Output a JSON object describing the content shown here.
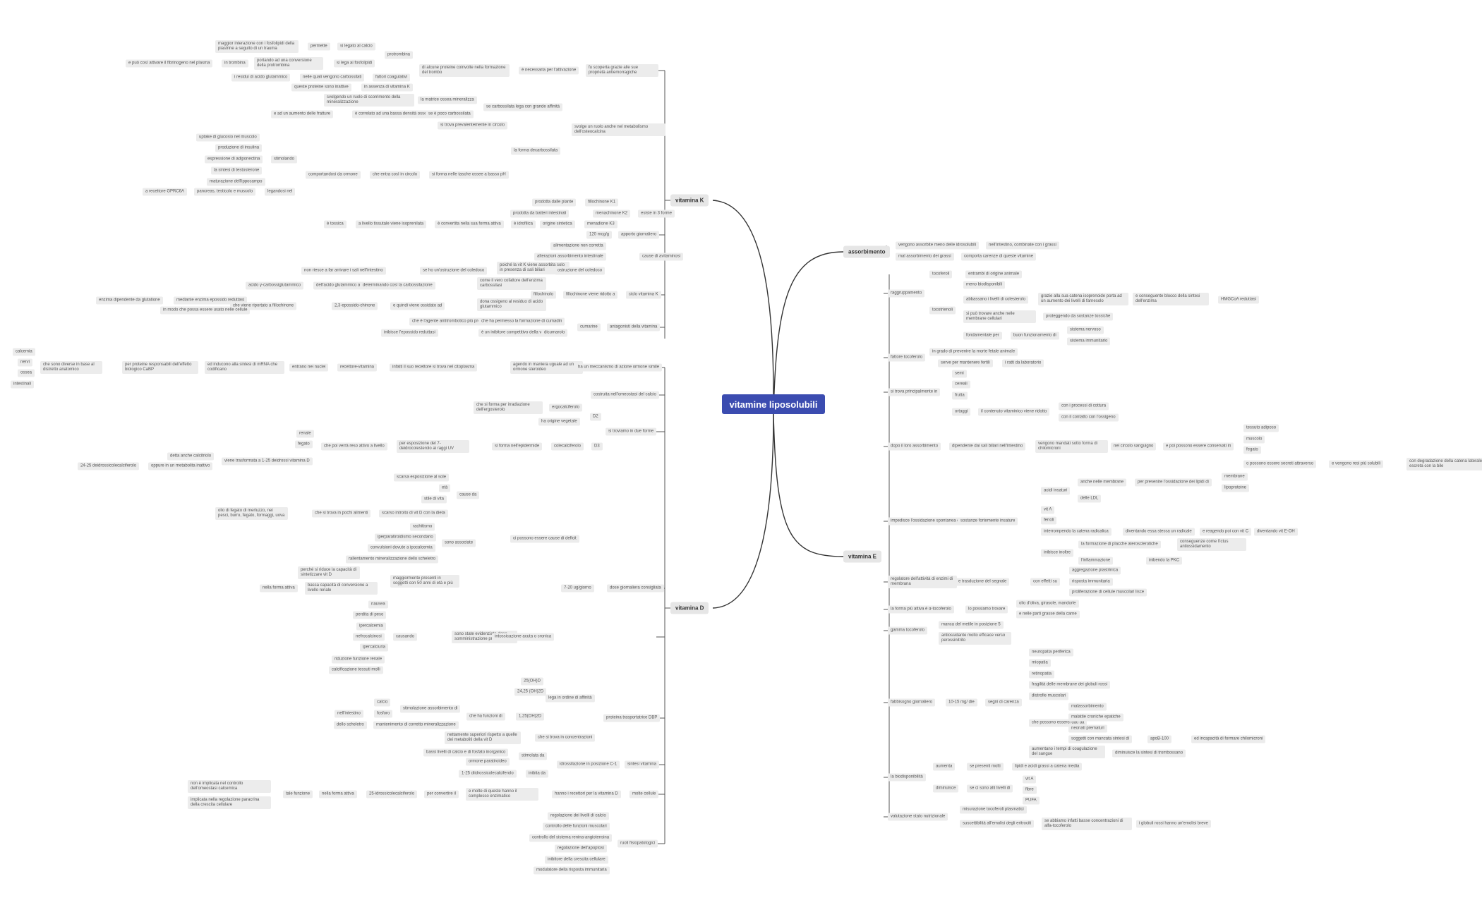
{
  "root": "vitamine liposolubili",
  "branches": {
    "vk": "vitamina K",
    "vd": "vitamina D",
    "ass": "assorbimento",
    "ve": "vitamina E"
  },
  "texts": {
    "a1": "maggior interazione con i fosfolipidi della piastrine a seguito di un trauma",
    "a2": "permette",
    "a3": "si legato al calcio",
    "a4": "protrombina",
    "a5": "e può così attivare il fibrinogeno nel plasma",
    "a6": "in trombina",
    "a7": "portando ad una conversione della protrombina",
    "a8": "si lega ai fosfolipidi",
    "a9": "i residui di acido glutammico",
    "a10": "nelle quali vengono carbossilati",
    "a11": "fattori coagulativi",
    "a12": "di alcune proteine coinvolte nella formazione del trombo",
    "a13": "è necessaria per l'attivazione",
    "a14": "fu scoperta grazie alle sue proprietà antiemorragiche",
    "a15": "queste proteine sono inattive",
    "a16": "in assenza di vitamina K",
    "b1": "svolgendo un ruolo di scorrimento della mineralizzazione",
    "b2": "la matrice ossea mineralizza",
    "b3": "se carbossilata lega con grande affinità",
    "b4": "e ad un aumento delle fratture",
    "b5": "è correlato ad una bassa densità ossea",
    "b6": "se è poco carbossilata",
    "b7": "si trova prevalentemente in circolo",
    "b8": "svolge un ruolo anche nel metabolismo dell'osteocalcina",
    "b9": "uptake di glucosio nel muscolo",
    "b10": "produzione di insulina",
    "b11": "espressione di adiponectina",
    "b12": "la sintesi di testosterone",
    "b13": "maturazione dell'ippocampo",
    "b14": "stimolando",
    "b15": "comportandosi da ormone",
    "b16": "che entra così in circolo",
    "b17": "si forma nelle tasche ossee a basso pH",
    "b18": "la forma decarbossilata",
    "b19": "a recettore GPRC6A",
    "b20": "pancreas, testicolo e muscolo",
    "b21": "legandosi nel",
    "c1": "prodotta dalle piante",
    "c2": "fillochinone K1",
    "c3": "prodotta da batteri intestinali",
    "c4": "menachinone K2",
    "c5": "esiste in 3 forme",
    "c6": "è tossica",
    "c7": "a livello tissutale viene isoprenilata",
    "c8": "è convertita nella sua forma attiva",
    "c9": "è idrofilica",
    "c10": "origine sintetica",
    "c11": "menadione K3",
    "c12": "120 mcg/g",
    "c13": "apporto giornaliero",
    "d1": "alimentazione non corretta",
    "d2": "alterazioni assorbimento intestinale",
    "d3": "cause di avitaminosi",
    "d4": "non riesce a far arrivare i sali nell'intestino",
    "d5": "se ho un'ostruzione del coledoco",
    "d6": "poiché la vit K viene assorbita solo in presenza di sali biliari",
    "d7": "ostruzione del coledoco",
    "e1": "acido γ-carbossiglutammico",
    "e2": "dell'acido glutammico a",
    "e3": "determinando così la carbossilazione",
    "e4": "come il vero cofattore dell'enzima carbossilasi",
    "e5": "fillochinolo",
    "e6": "fillochinone viene ridotto a",
    "e7": "ciclo vitamina K",
    "e8": "enzima dipendente da glutatione",
    "e9": "mediante enzima epossido reduttasi",
    "e10": "che viene riportato a fillochinone",
    "e11": "2,3-epossido-chinone",
    "e12": "e quindi viene ossidato ad",
    "e13": "dona ossigeno al residuo di acido glutammico",
    "e14": "in modo che possa essere usato nelle cellule",
    "f1": "che è l'agente antitrombotico più prescritto",
    "f2": "che ha permesso la formazione di cumadin",
    "f3": "cumarine",
    "f4": "antagonisti della vitamina",
    "f5": "inibisce l'epossido reduttasi",
    "f6": "è un inibitore competitivo della vitamina K",
    "f7": "dicumarolo",
    "g1": "calcemia",
    "g2": "nervi",
    "g3": "ossea",
    "g4": "intestinali",
    "g5": "che sono diverse in base al distretto anatomico",
    "g6": "per proteine responsabili dell'effetto biologico CaBP",
    "g7": "ed inducono alla sintesi di mRNA che codificano",
    "g8": "entrano nei nuclei",
    "g9": "recettore-vitamina",
    "g10": "infatti il suo recettore si trova nel citoplasma",
    "g11": "agendo in maniera uguale ad un ormone steroideo",
    "g12": "ha un meccanismo di azione ormone simile",
    "h1": "costruita nell'omeostasi del calcio",
    "h2": "che si forma per irradiazione dell'ergosterolo",
    "h3": "ergocalciferolo",
    "h4": "D2",
    "h5": "ha origine vegetale",
    "h6": "si troviamo in due forme",
    "h7": "renale",
    "h8": "fegato",
    "h9": "che poi verrà reso attivo a livello",
    "h10": "per esposizione del 7-deidrocolesterolo ai raggi UV",
    "h11": "si forma nell'epidermide",
    "h12": "colecalciferolo",
    "h13": "D3",
    "h14": "detta anche calcitriolo",
    "h15": "viene trasformata a 1-25 deidrossi vitamina D",
    "h16": "24-25 deidrossicolecalciferolo",
    "h17": "oppure in un metabolita inattivo",
    "i1": "scarsa esposizione al sole",
    "i2": "età",
    "i3": "stile di vita",
    "i4": "cause da",
    "i5": "olio di fegato di merluzzo, nei pesci, burro, fegato, formaggi, uova",
    "i6": "che si trova in pochi alimenti",
    "i7": "scarso introito di vit D con la dieta",
    "i8": "rachitismo",
    "i9": "iperparatiroidismo secondario",
    "i10": "convulsioni dovute a ipocalcemia",
    "i11": "rallentamento mineralizzazione dello scheletro",
    "i12": "sono associate",
    "i13": "ci possono essere cause di deficit",
    "i14": "perché si riduce la capacità di sintetizzare vit D",
    "i15": "nella forma attiva",
    "i16": "bassa capacità di conversione a livello renale",
    "i17": "maggiormente presenti in soggetti con 50 anni di età e più",
    "i18": "7-20 ug/giorno",
    "i19": "dose giornaliera consigliata",
    "j1": "nausea",
    "j2": "perdita di peso",
    "j3": "ipercalcemia",
    "j4": "nefrocalcinosi",
    "j5": "ipercalciuria",
    "j6": "riduzione funzione renale",
    "j7": "calcificazione tessuti molli",
    "j8": "causando",
    "j9": "sono state evidenziate dopo somministrazione prolungata",
    "j10": "intossicazione acuta o cronica",
    "k1": "25(OH)D",
    "k2": "24,25 (OH)2D",
    "k3": "lega in ordine di affinità",
    "k4": "1,25(OH)2D",
    "k5": "proteina trasportatrice DBP",
    "k6": "calcio",
    "k7": "stimolazione assorbimento di",
    "k8": "nell'intestino",
    "k9": "fosforo",
    "k10": "che ha funzioni di",
    "k11": "dello scheletro",
    "k12": "mantenimento di corretto mineralizzazione",
    "k13": "nettamente superiori rispetto a quelle dei metaboliti della vit D",
    "k14": "che si trova in concentrazioni",
    "l1": "bassi livelli di calcio e di fosfato inorganico",
    "l2": "stimolata da",
    "l3": "ormone paratiroideo",
    "l4": "idrossilazione in posizione C-1",
    "l5": "sintesi vitamina",
    "l6": "1-25 diidrossicolecalciferolo",
    "l7": "inibita da",
    "m1": "non è implicata nel controllo dell'omeostasi calcemica",
    "m2": "implicata nella regolazione paracrina della crescita cellulare",
    "m3": "tale funzione",
    "m4": "nella forma attiva",
    "m5": "25-idrossicolecalciferolo",
    "m6": "per convertire il",
    "m7": "e molte di queste hanno il complesso enzimatico",
    "m8": "hanno i recettori per la vitamina D",
    "m9": "molte cellule",
    "n1": "regolazione dei livelli di calcio",
    "n2": "controllo delle funzioni muscolari",
    "n3": "controllo del sistema renina-angiotensina",
    "n4": "regolazione dell'apoptosi",
    "n5": "inibitore della crescita cellulare",
    "n6": "modulatore della risposta immunitaria",
    "n7": "ruoli fisiopatologici",
    "o1": "vengono assorbite meno delle idrosolubili",
    "o2": "nell'intestino, combinate con i grassi",
    "o3": "mal assorbimento dei grassi",
    "o4": "comporta carenze di queste vitamine",
    "p1": "raggruppamento",
    "p2": "tocoferoli",
    "p3": "entrambi di origine animale",
    "p4": "tocotrienoli",
    "p5": "meno biodisponibili",
    "p6": "abbassano i livelli di colesterolo",
    "p7": "grazie alla sua catena isoprenoide porta ad un aumento dei livelli di farnesolo",
    "p8": "e conseguente blocco della sintesi dell'enzima",
    "p9": "HMGCoA reduttasi",
    "p10": "si può trovare anche nelle membrane cellulari",
    "p11": "proteggendo da sostanze tossiche",
    "p12": "fondamentale per",
    "p13": "buon funzionamento di",
    "p14": "sistema nervoso",
    "p15": "sistema immunitario",
    "q1": "fattore tocoferolo",
    "q2": "in grado di prevenire la morte fetale animale",
    "q3": "serve per mantenere fertili",
    "q4": "i ratti da laboratorio",
    "r1": "si trova principalmente in",
    "r2": "semi",
    "r3": "cereali",
    "r4": "frutta",
    "r5": "ortaggi",
    "r6": "il contenuto vitaminico viene ridotto",
    "r7": "con i processi di cottura",
    "r8": "con il contatto con l'ossigeno",
    "s1": "dopo il loro assorbimento",
    "s2": "dipendente dai sali biliari nell'intestino",
    "s3": "vengono mandati sotto forma di chilomicroni",
    "s4": "nel circolo sanguigno",
    "s5": "e poi possono essere conservati in",
    "s6": "tessuto adiposo",
    "s7": "muscolo",
    "s8": "fegato",
    "s9": "o possono essere secreti attraverso",
    "s10": "e vengono resi più solubili",
    "s11": "con degradazione della catena laterale escreta con la bile",
    "t1": "impedisce l'ossidazione spontanea di",
    "t2": "sostanze fortemente insature",
    "t3": "acidi insaturi",
    "t4": "anche nelle membrane",
    "t5": "per prevenire l'ossidazione dei lipidi di",
    "t6": "membrane",
    "t7": "lipoproteine",
    "t8": "delle LDL",
    "t9": "vit A",
    "t10": "fenoli",
    "t11": "interrompendo la catena radicalica",
    "t12": "diventando essa stessa un radicale",
    "t13": "e reagendo poi con vit C",
    "t14": "diventando vit E-OH",
    "t15": "inibisce inoltre",
    "t16": "la formazione di placche aterosclerotiche",
    "t17": "conseguenze come l'ictus antiossidamento",
    "t18": "l'infiammazione",
    "t19": "inibendo la PKC",
    "u1": "regolatore dell'attività di enzimi di membrana",
    "u2": "e trasduzione del segnale",
    "u3": "con effetti su",
    "u4": "aggregazione piastrinica",
    "u5": "risposta immunitaria",
    "u6": "proliferazione di cellule muscolari lisce",
    "v1": "la forma più attiva è α-tocoferolo",
    "v2": "lo possiamo trovare",
    "v3": "olio d'oliva, girasole, mandorle",
    "v4": "e nelle parti grasse della carne",
    "w1": "gamma tocoferolo",
    "w2": "manca del metile in posizione 5",
    "w3": "antiossidante molto efficace verso perossinitrito",
    "x1": "fabbisogno giornaliero",
    "x2": "10-15 mg/ die",
    "x3": "segni di carenza",
    "x4": "neuropatia periferica",
    "x5": "miopatia",
    "x6": "retinopatia",
    "x7": "fragilità delle membrane dei globuli rossi",
    "x8": "distrofie muscolari",
    "x9": "che possono esserci dati da",
    "x10": "malassorbimento",
    "x11": "malattie croniche epatiche",
    "x12": "neonati prematuri",
    "x13": "soggetti con mancata sintesi di",
    "x14": "apoB-100",
    "x15": "ed incapacità di formare chilomicroni",
    "x16": "aumentano i tempi di coagulazione del sangue",
    "x17": "diminuisce la sintesi di trombossano",
    "y1": "la biodisponibilità",
    "y2": "aumenta",
    "y3": "se presenti molti",
    "y4": "lipidi e acidi grassi a catena media",
    "y5": "diminuisce",
    "y6": "se ci sono alti livelli di",
    "y7": "vit A",
    "y8": "fibre",
    "y9": "PUFA",
    "z1": "valutazione stato nutrizionale",
    "z2": "misurazione tocoferoli plasmatici",
    "z3": "suscettibilità all'emolisi degli eritrociti",
    "z4": "se abbiamo infatti basse concentrazioni di alfa-tocoferolo",
    "z5": "i globuli rossi hanno un'emolisi breve"
  }
}
